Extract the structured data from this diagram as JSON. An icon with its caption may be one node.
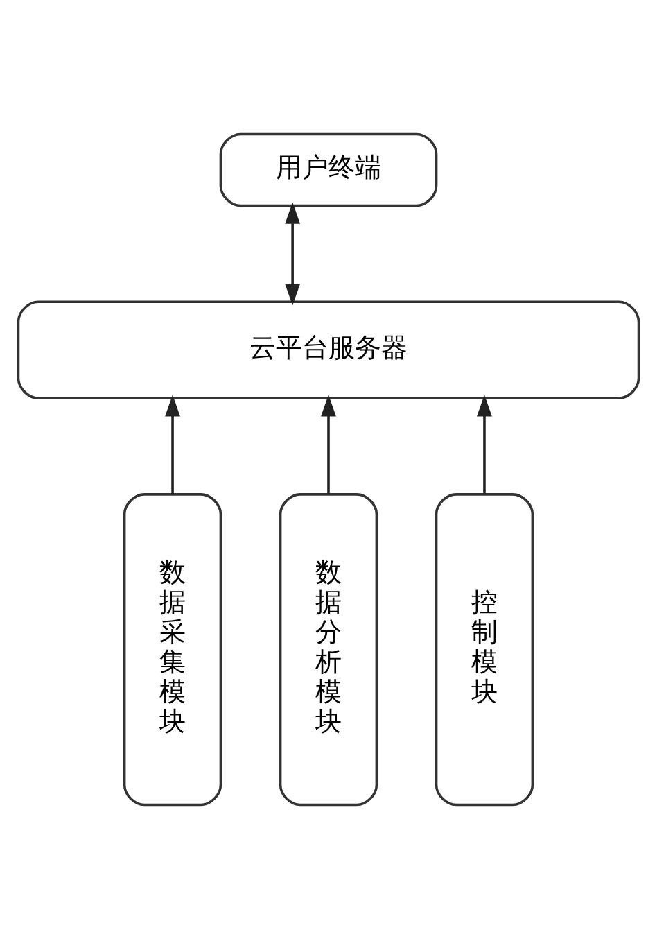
{
  "diagram": {
    "nodes": [
      {
        "text": [
          "用户终端"
        ]
      },
      {
        "text": [
          "云平台服务器"
        ]
      },
      {
        "text": [
          "数据采集模块"
        ]
      },
      {
        "text": [
          "数据分析模块"
        ]
      },
      {
        "text": [
          "控制模块"
        ]
      }
    ],
    "edges": [
      {
        "from": 0,
        "to": 1,
        "arrow": "both"
      },
      {
        "from": 2,
        "to": 1,
        "arrow": "to"
      },
      {
        "from": 3,
        "to": 1,
        "arrow": "to"
      },
      {
        "from": 4,
        "to": 1,
        "arrow": "to"
      }
    ]
  }
}
